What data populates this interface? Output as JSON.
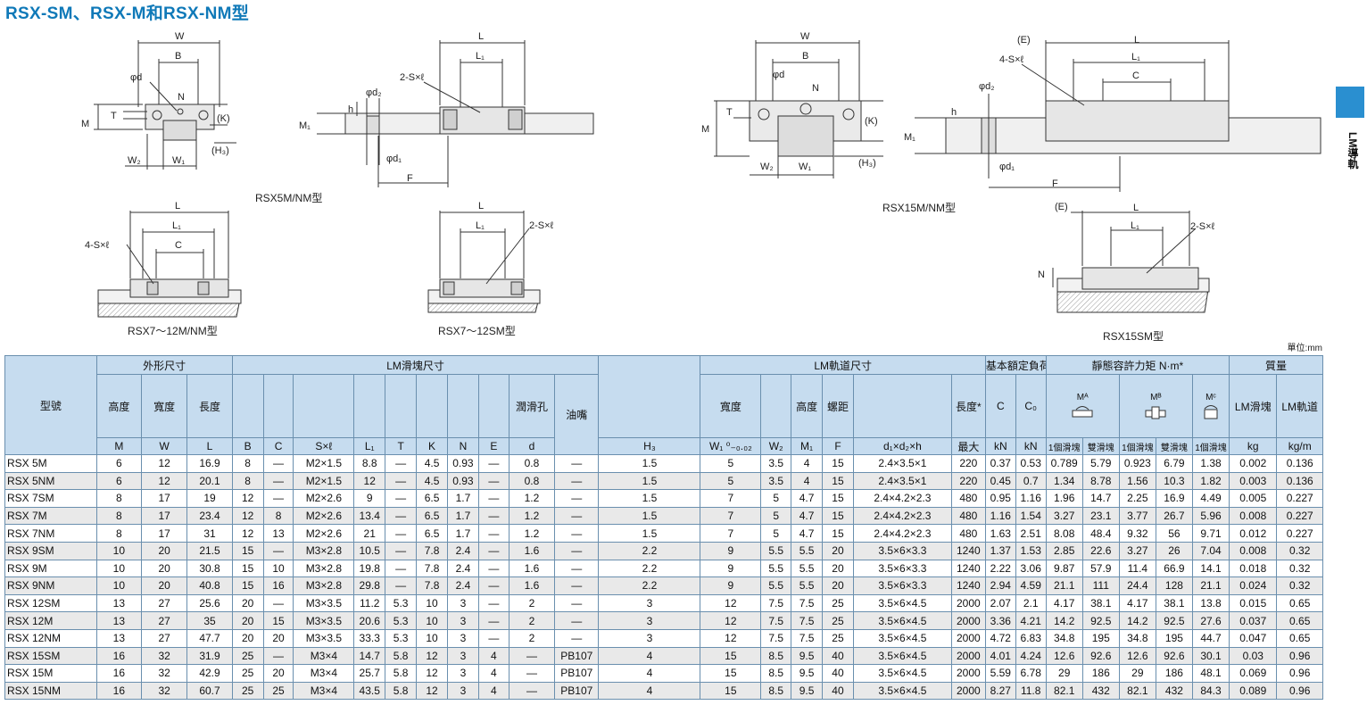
{
  "title": "RSX-SM、RSX-M和RSX-NM型",
  "side_label": "LM導軌",
  "unit": "單位:mm",
  "captions": {
    "rsx5": "RSX5M/NM型",
    "rsx15": "RSX15M/NM型",
    "rsx7_12": "RSX7～12M/NM型",
    "rsx7_12sm": "RSX7～12SM型",
    "rsx15sm": "RSX15SM型"
  },
  "drawing_labels": {
    "W": "W",
    "B": "B",
    "phid": "φd",
    "N": "N",
    "T": "T",
    "K": "(K)",
    "M": "M",
    "H3": "(H₃)",
    "W2": "W₂",
    "W1": "W₁",
    "L": "L",
    "L1": "L₁",
    "C": "C",
    "S2": "2-S×ℓ",
    "S4": "4-S×ℓ",
    "phid2": "φd₂",
    "phid1": "φd₁",
    "h": "h",
    "M1": "M₁",
    "F": "F",
    "E": "(E)"
  },
  "header": {
    "model": "型號",
    "outer": "外形尺寸",
    "block": "LM滑塊尺寸",
    "rail": "LM軌道尺寸",
    "load": "基本額定負荷",
    "moment": "靜態容許力矩 N·m*",
    "mass": "質量",
    "height": "高度",
    "width": "寬度",
    "length": "長度",
    "lube": "潤滑孔",
    "nipple": "油嘴",
    "rail_width": "寬度",
    "rail_height": "高度",
    "pitch": "螺距",
    "rail_length": "長度*",
    "C": "C",
    "C0": "C₀",
    "MA": "Mᴬ",
    "MB": "Mᴮ",
    "MC": "Mᶜ",
    "mass_block": "LM滑塊",
    "mass_rail": "LM軌道",
    "sym_M": "M",
    "sym_W": "W",
    "sym_L": "L",
    "sym_B": "B",
    "sym_C": "C",
    "sym_S": "S×ℓ",
    "sym_L1": "L₁",
    "sym_T": "T",
    "sym_K": "K",
    "sym_N": "N",
    "sym_E": "E",
    "sym_d": "d",
    "sym_H3": "H₃",
    "sym_W1": "W₁ ⁰₋₀.₀₂",
    "sym_W2": "W₂",
    "sym_M1": "M₁",
    "sym_F": "F",
    "sym_dd": "d₁×d₂×h",
    "sym_max": "最大",
    "unit_kN1": "kN",
    "unit_kN2": "kN",
    "one_block_a": "1個滑塊",
    "two_block_a": "雙滑塊",
    "one_block_b": "1個滑塊",
    "two_block_b": "雙滑塊",
    "one_block_c": "1個滑塊",
    "unit_kg": "kg",
    "unit_kgm": "kg/m"
  },
  "rows": [
    [
      "RSX 5M",
      "6",
      "12",
      "16.9",
      "8",
      "—",
      "M2×1.5",
      "8.8",
      "—",
      "4.5",
      "0.93",
      "—",
      "0.8",
      "—",
      "1.5",
      "5",
      "3.5",
      "4",
      "15",
      "2.4×3.5×1",
      "220",
      "0.37",
      "0.53",
      "0.789",
      "5.79",
      "0.923",
      "6.79",
      "1.38",
      "0.002",
      "0.136"
    ],
    [
      "RSX 5NM",
      "6",
      "12",
      "20.1",
      "8",
      "—",
      "M2×1.5",
      "12",
      "—",
      "4.5",
      "0.93",
      "—",
      "0.8",
      "—",
      "1.5",
      "5",
      "3.5",
      "4",
      "15",
      "2.4×3.5×1",
      "220",
      "0.45",
      "0.7",
      "1.34",
      "8.78",
      "1.56",
      "10.3",
      "1.82",
      "0.003",
      "0.136"
    ],
    [
      "RSX 7SM",
      "8",
      "17",
      "19",
      "12",
      "—",
      "M2×2.6",
      "9",
      "—",
      "6.5",
      "1.7",
      "—",
      "1.2",
      "—",
      "1.5",
      "7",
      "5",
      "4.7",
      "15",
      "2.4×4.2×2.3",
      "480",
      "0.95",
      "1.16",
      "1.96",
      "14.7",
      "2.25",
      "16.9",
      "4.49",
      "0.005",
      "0.227"
    ],
    [
      "RSX 7M",
      "8",
      "17",
      "23.4",
      "12",
      "8",
      "M2×2.6",
      "13.4",
      "—",
      "6.5",
      "1.7",
      "—",
      "1.2",
      "—",
      "1.5",
      "7",
      "5",
      "4.7",
      "15",
      "2.4×4.2×2.3",
      "480",
      "1.16",
      "1.54",
      "3.27",
      "23.1",
      "3.77",
      "26.7",
      "5.96",
      "0.008",
      "0.227"
    ],
    [
      "RSX 7NM",
      "8",
      "17",
      "31",
      "12",
      "13",
      "M2×2.6",
      "21",
      "—",
      "6.5",
      "1.7",
      "—",
      "1.2",
      "—",
      "1.5",
      "7",
      "5",
      "4.7",
      "15",
      "2.4×4.2×2.3",
      "480",
      "1.63",
      "2.51",
      "8.08",
      "48.4",
      "9.32",
      "56",
      "9.71",
      "0.012",
      "0.227"
    ],
    [
      "RSX 9SM",
      "10",
      "20",
      "21.5",
      "15",
      "—",
      "M3×2.8",
      "10.5",
      "—",
      "7.8",
      "2.4",
      "—",
      "1.6",
      "—",
      "2.2",
      "9",
      "5.5",
      "5.5",
      "20",
      "3.5×6×3.3",
      "1240",
      "1.37",
      "1.53",
      "2.85",
      "22.6",
      "3.27",
      "26",
      "7.04",
      "0.008",
      "0.32"
    ],
    [
      "RSX 9M",
      "10",
      "20",
      "30.8",
      "15",
      "10",
      "M3×2.8",
      "19.8",
      "—",
      "7.8",
      "2.4",
      "—",
      "1.6",
      "—",
      "2.2",
      "9",
      "5.5",
      "5.5",
      "20",
      "3.5×6×3.3",
      "1240",
      "2.22",
      "3.06",
      "9.87",
      "57.9",
      "11.4",
      "66.9",
      "14.1",
      "0.018",
      "0.32"
    ],
    [
      "RSX 9NM",
      "10",
      "20",
      "40.8",
      "15",
      "16",
      "M3×2.8",
      "29.8",
      "—",
      "7.8",
      "2.4",
      "—",
      "1.6",
      "—",
      "2.2",
      "9",
      "5.5",
      "5.5",
      "20",
      "3.5×6×3.3",
      "1240",
      "2.94",
      "4.59",
      "21.1",
      "111",
      "24.4",
      "128",
      "21.1",
      "0.024",
      "0.32"
    ],
    [
      "RSX 12SM",
      "13",
      "27",
      "25.6",
      "20",
      "—",
      "M3×3.5",
      "11.2",
      "5.3",
      "10",
      "3",
      "—",
      "2",
      "—",
      "3",
      "12",
      "7.5",
      "7.5",
      "25",
      "3.5×6×4.5",
      "2000",
      "2.07",
      "2.1",
      "4.17",
      "38.1",
      "4.17",
      "38.1",
      "13.8",
      "0.015",
      "0.65"
    ],
    [
      "RSX 12M",
      "13",
      "27",
      "35",
      "20",
      "15",
      "M3×3.5",
      "20.6",
      "5.3",
      "10",
      "3",
      "—",
      "2",
      "—",
      "3",
      "12",
      "7.5",
      "7.5",
      "25",
      "3.5×6×4.5",
      "2000",
      "3.36",
      "4.21",
      "14.2",
      "92.5",
      "14.2",
      "92.5",
      "27.6",
      "0.037",
      "0.65"
    ],
    [
      "RSX 12NM",
      "13",
      "27",
      "47.7",
      "20",
      "20",
      "M3×3.5",
      "33.3",
      "5.3",
      "10",
      "3",
      "—",
      "2",
      "—",
      "3",
      "12",
      "7.5",
      "7.5",
      "25",
      "3.5×6×4.5",
      "2000",
      "4.72",
      "6.83",
      "34.8",
      "195",
      "34.8",
      "195",
      "44.7",
      "0.047",
      "0.65"
    ],
    [
      "RSX 15SM",
      "16",
      "32",
      "31.9",
      "25",
      "—",
      "M3×4",
      "14.7",
      "5.8",
      "12",
      "3",
      "4",
      "—",
      "PB107",
      "4",
      "15",
      "8.5",
      "9.5",
      "40",
      "3.5×6×4.5",
      "2000",
      "4.01",
      "4.24",
      "12.6",
      "92.6",
      "12.6",
      "92.6",
      "30.1",
      "0.03",
      "0.96"
    ],
    [
      "RSX 15M",
      "16",
      "32",
      "42.9",
      "25",
      "20",
      "M3×4",
      "25.7",
      "5.8",
      "12",
      "3",
      "4",
      "—",
      "PB107",
      "4",
      "15",
      "8.5",
      "9.5",
      "40",
      "3.5×6×4.5",
      "2000",
      "5.59",
      "6.78",
      "29",
      "186",
      "29",
      "186",
      "48.1",
      "0.069",
      "0.96"
    ],
    [
      "RSX 15NM",
      "16",
      "32",
      "60.7",
      "25",
      "25",
      "M3×4",
      "43.5",
      "5.8",
      "12",
      "3",
      "4",
      "—",
      "PB107",
      "4",
      "15",
      "8.5",
      "9.5",
      "40",
      "3.5×6×4.5",
      "2000",
      "8.27",
      "11.8",
      "82.1",
      "432",
      "82.1",
      "432",
      "84.3",
      "0.089",
      "0.96"
    ]
  ]
}
